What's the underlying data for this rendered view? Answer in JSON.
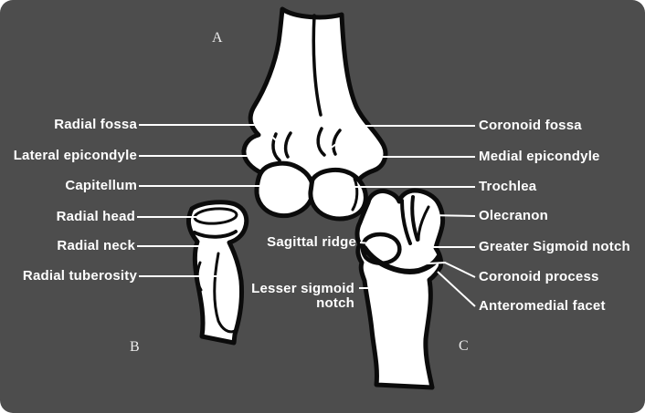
{
  "figure": {
    "description": "Anatomical diagram of elbow bones: humerus (A), radius (B), ulna (C)",
    "letters": {
      "a": "A",
      "b": "B",
      "c": "C"
    },
    "labels": {
      "left": [
        "Radial fossa",
        "Lateral epicondyle",
        "Capitellum",
        "Radial head",
        "Radial neck",
        "Radial tuberosity"
      ],
      "right": [
        "Coronoid fossa",
        "Medial epicondyle",
        "Trochlea",
        "Olecranon",
        "Greater Sigmoid notch",
        "Coronoid process",
        "Anteromedial facet"
      ],
      "middle": [
        "Sagittal ridge",
        "Lesser sigmoid notch"
      ]
    },
    "colors": {
      "panel_background": "#4d4d4d",
      "page_background": "#ffffff",
      "bone_fill": "#ffffff",
      "bone_outline": "#0b0b0b",
      "label_text": "#ffffff",
      "leader_line": "#ffffff"
    }
  }
}
